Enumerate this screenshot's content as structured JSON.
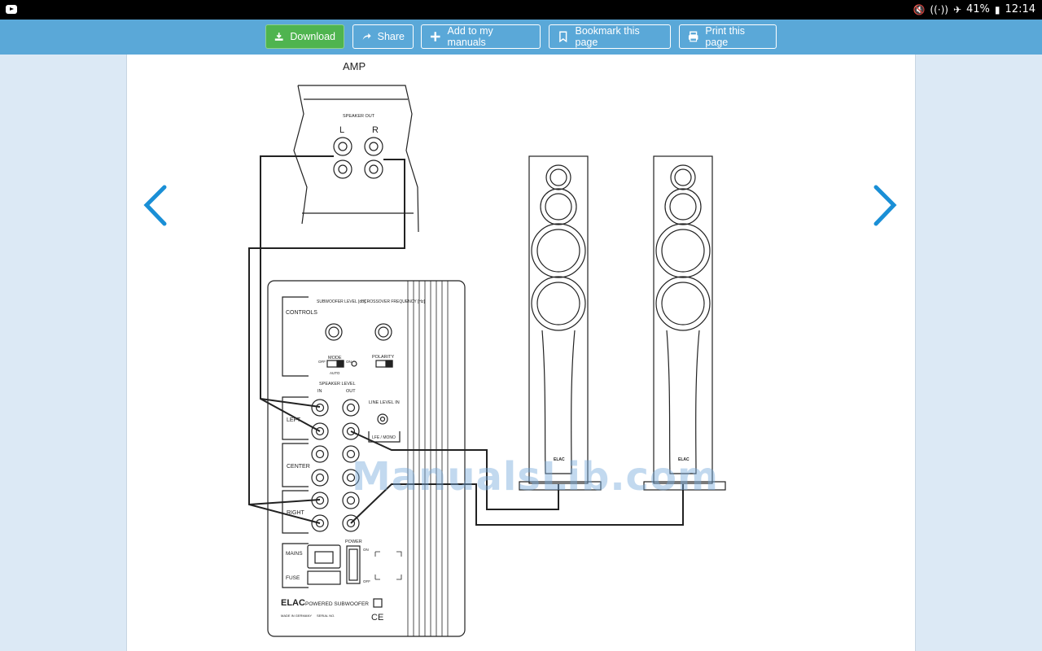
{
  "status": {
    "battery": "41%",
    "time": "12:14",
    "icons": [
      "youtube-icon",
      "mute-icon",
      "wifi-icon",
      "airplane-icon",
      "battery-icon"
    ]
  },
  "toolbar": {
    "download": "Download",
    "share": "Share",
    "add": "Add to my manuals",
    "bookmark": "Bookmark this page",
    "print": "Print this page"
  },
  "diagram": {
    "amp": "AMP",
    "speaker_out": "SPEAKER OUT",
    "l": "L",
    "r": "R",
    "controls": "CONTROLS",
    "sub_level": "SUBWOOFER LEVEL [dB]",
    "crossover": "CROSSOVER FREQUENCY [Hz]",
    "mode": "MODE",
    "mode_off": "OFF",
    "mode_on": "ON",
    "mode_auto": "AUTO",
    "polarity": "POLARITY",
    "speaker_level": "SPEAKER LEVEL",
    "in": "IN",
    "out": "OUT",
    "line_level_in": "LINE LEVEL IN",
    "lfe_mono": "LFE / MONO",
    "left": "LEFT",
    "center": "CENTER",
    "right": "RIGHT",
    "mains": "MAINS",
    "fuse": "FUSE",
    "power": "POWER",
    "power_on": "ON",
    "power_off": "OFF",
    "brand": "ELAC",
    "product": "POWERED SUBWOOFER",
    "made_in": "MADE IN GERMANY",
    "serial": "SERIAL NO.",
    "ce": "CE",
    "speaker_badge": "ELAC"
  },
  "watermark": "ManualsLib.com"
}
